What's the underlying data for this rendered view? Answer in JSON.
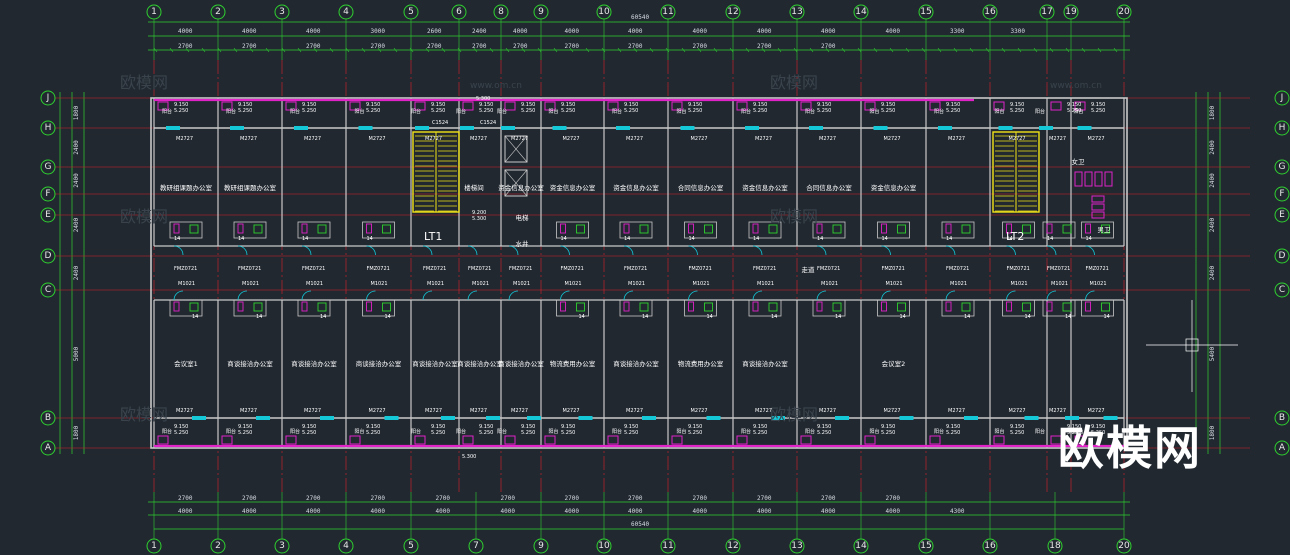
{
  "axis_top": [
    "1",
    "2",
    "3",
    "4",
    "5",
    "6",
    "8",
    "9",
    "10",
    "11",
    "12",
    "13",
    "14",
    "15",
    "16",
    "17",
    "19",
    "20"
  ],
  "axis_bottom": [
    "1",
    "2",
    "3",
    "4",
    "5",
    "7",
    "9",
    "10",
    "11",
    "12",
    "13",
    "14",
    "15",
    "16",
    "18",
    "20"
  ],
  "axis_rows": [
    "J",
    "H",
    "G",
    "F",
    "E",
    "D",
    "C",
    "B",
    "A"
  ],
  "total_dimension": "60540",
  "top_segments": [
    "4000",
    "4000",
    "4000",
    "3000",
    "2600",
    "2400",
    "4000",
    "4000",
    "4000",
    "4000",
    "4000",
    "4000",
    "4000",
    "3300",
    "3300"
  ],
  "detail_segments": [
    "2700",
    "2700",
    "2700",
    "2700",
    "2700",
    "2700",
    "2700",
    "2700",
    "2700",
    "2700",
    "2700",
    "2700"
  ],
  "bottom_segments": [
    "4000",
    "4000",
    "4000",
    "4000",
    "4000",
    "4000",
    "4000",
    "4000",
    "4000",
    "4000",
    "4000",
    "4000",
    "4300"
  ],
  "left_dims": [
    "1800",
    "2400",
    "2400",
    "2400",
    "2400",
    "5000",
    "1800"
  ],
  "right_dims": [
    "1800",
    "2400",
    "2400",
    "2400",
    "2400",
    "5400",
    "1800"
  ],
  "rooms_north": [
    "教研组课题办公室",
    "教研组课题办公室",
    "资金信息办公室",
    "资金信息办公室",
    "资金信息办公室",
    "合同信息办公室",
    "资金信息办公室",
    "合同信息办公室",
    "资金信息办公室"
  ],
  "rooms_south": [
    "会议室1",
    "商谈接洽办公室",
    "商谈接洽办公室",
    "商谈接洽办公室",
    "商谈接洽办公室",
    "商谈接洽办公室",
    "商谈接洽办公室",
    "物流费用办公室",
    "商谈接洽办公室",
    "物流费用办公室",
    "商谈接洽办公室",
    "会议室2"
  ],
  "balcony_label": "阳台",
  "corridor_label": "走道",
  "lift1": "LT1",
  "lift2": "LT2",
  "stair_label": "楼梯间",
  "elevator_label": "电梯",
  "well_label": "水井",
  "toilet_w": "女卫",
  "toilet_m": "男卫",
  "window_label": "C1524",
  "door_labels": [
    "M2727",
    "FMZ0721",
    "M1021"
  ],
  "room_code": "14",
  "elev_9150": "9.150",
  "elev_5250": "5.250",
  "elev_5300": "5.300",
  "elev_9200": "9.200",
  "watermark": "欧模网",
  "watermark_faint": "欧模网",
  "watermark_url": "www.om.cn",
  "colors": {
    "background": "#212830",
    "grid_line": "#e0202a",
    "dimension": "#2fd12f",
    "wall": "#c9c9c9",
    "magenta": "#e022c8",
    "cyan": "#14c8d8",
    "yellow": "#f2e418"
  }
}
